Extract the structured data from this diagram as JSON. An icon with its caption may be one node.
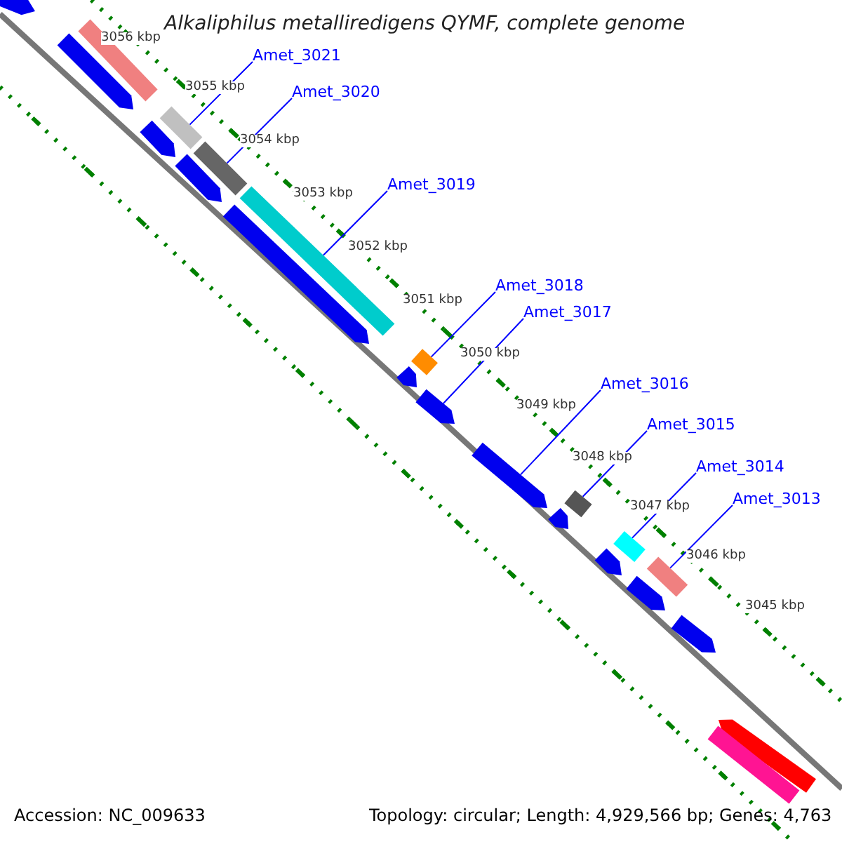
{
  "diagram": {
    "title": "Alkaliphilus metalliredigens QYMF, complete genome",
    "nodes": [
      {
        "text": [
          "Amet_3021"
        ]
      },
      {
        "text": [
          "Amet_3020"
        ]
      },
      {
        "text": [
          "Amet_3019"
        ]
      },
      {
        "text": [
          "Amet_3018"
        ]
      },
      {
        "text": [
          "Amet_3017"
        ]
      },
      {
        "text": [
          "Amet_3016"
        ]
      },
      {
        "text": [
          "Amet_3015"
        ]
      },
      {
        "text": [
          "Amet_3014"
        ]
      },
      {
        "text": [
          "Amet_3013"
        ]
      },
      {
        "text": [],
        "shape": "arrow"
      },
      {
        "text": [],
        "shape": "bar"
      },
      {
        "text": [],
        "shape": "arrow"
      },
      {
        "text": [],
        "shape": "bar"
      },
      {
        "text": [],
        "shape": "arrow"
      },
      {
        "text": [],
        "shape": "bar"
      },
      {
        "text": [],
        "shape": "arrow"
      },
      {
        "text": [],
        "shape": "bar"
      },
      {
        "text": [],
        "shape": "arrow"
      },
      {
        "text": [],
        "shape": "bar"
      },
      {
        "text": [],
        "shape": "arrow"
      },
      {
        "text": [],
        "shape": "arrow"
      },
      {
        "text": [],
        "shape": "arrow"
      },
      {
        "text": [],
        "shape": "bar"
      },
      {
        "text": [],
        "shape": "arrow"
      },
      {
        "text": [],
        "shape": "bar"
      },
      {
        "text": [],
        "shape": "arrow"
      },
      {
        "text": [],
        "shape": "bar"
      },
      {
        "text": [],
        "shape": "arrow"
      },
      {
        "text": [],
        "shape": "arrow"
      },
      {
        "text": [],
        "shape": "arrow"
      },
      {
        "text": [],
        "shape": "bar"
      }
    ],
    "edges": [
      {
        "from": 0,
        "to": 12,
        "arrow": "none"
      },
      {
        "from": 1,
        "to": 14,
        "arrow": "none"
      },
      {
        "from": 2,
        "to": 16,
        "arrow": "none"
      },
      {
        "from": 3,
        "to": 18,
        "arrow": "none"
      },
      {
        "from": 4,
        "to": 20,
        "arrow": "none"
      },
      {
        "from": 5,
        "to": 21,
        "arrow": "none"
      },
      {
        "from": 6,
        "to": 22,
        "arrow": "none"
      },
      {
        "from": 7,
        "to": 24,
        "arrow": "none"
      },
      {
        "from": 8,
        "to": 26,
        "arrow": "none"
      }
    ],
    "labels": [
      "3056 kbp",
      "3055 kbp",
      "3054 kbp",
      "3053 kbp",
      "3052 kbp",
      "3051 kbp",
      "3050 kbp",
      "3049 kbp",
      "3048 kbp",
      "3047 kbp",
      "3046 kbp",
      "3045 kbp",
      "Accession: NC_009633",
      "Topology: circular; Length: 4,929,566 bp; Genes: 4,763"
    ]
  }
}
